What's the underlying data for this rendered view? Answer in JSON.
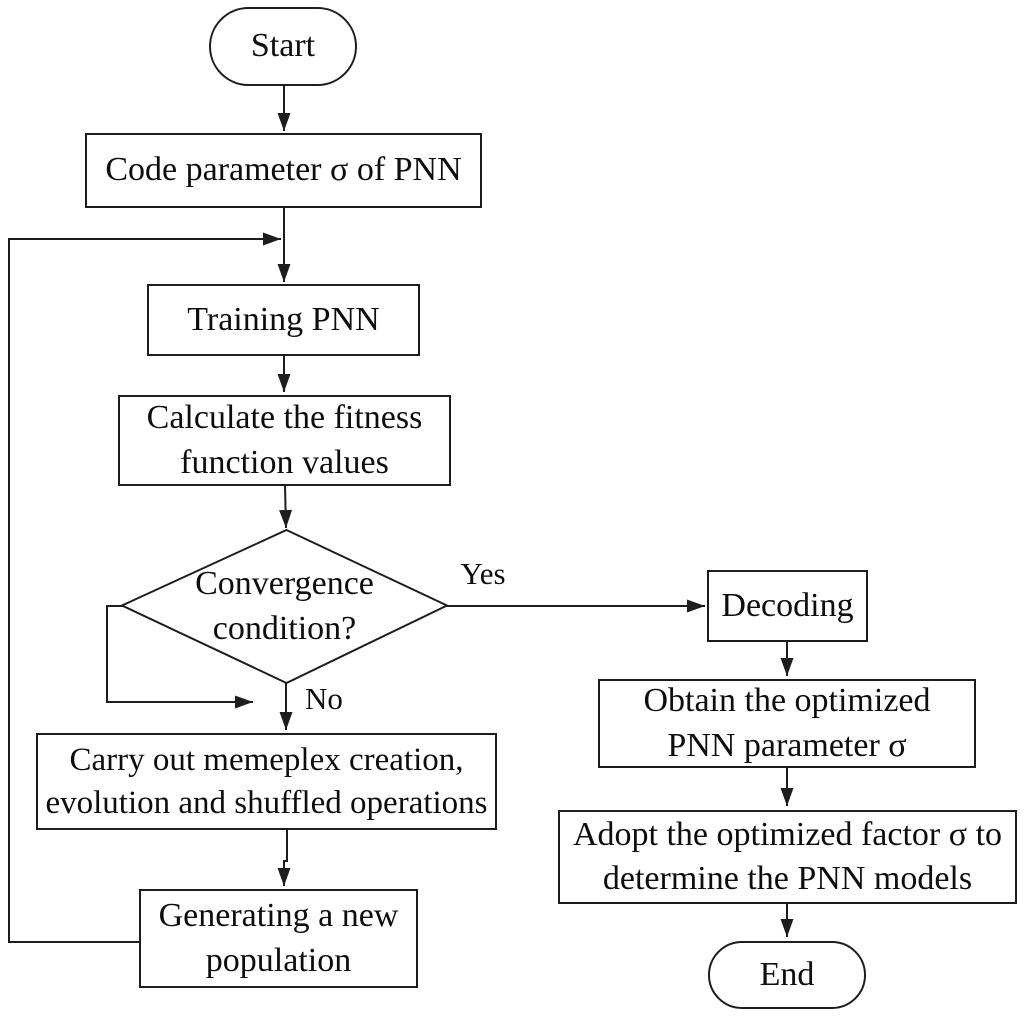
{
  "diagram": {
    "type": "flowchart",
    "nodes": {
      "start": {
        "label": "Start",
        "shape": "terminator"
      },
      "code": {
        "label": "Code parameter σ of PNN",
        "shape": "process"
      },
      "training": {
        "label": "Training PNN",
        "shape": "process"
      },
      "calculate": {
        "label": "Calculate the fitness\nfunction values",
        "shape": "process"
      },
      "convergence": {
        "label": "Convergence\ncondition?",
        "shape": "decision"
      },
      "carry": {
        "label": "Carry out memeplex creation,\nevolution and shuffled operations",
        "shape": "process"
      },
      "generating": {
        "label": "Generating a new\npopulation",
        "shape": "process"
      },
      "decoding": {
        "label": "Decoding",
        "shape": "process"
      },
      "obtain": {
        "label": "Obtain the optimized\nPNN parameter σ",
        "shape": "process"
      },
      "adopt": {
        "label": "Adopt the optimized factor σ to\ndetermine the PNN models",
        "shape": "process"
      },
      "end": {
        "label": "End",
        "shape": "terminator"
      }
    },
    "edges": {
      "yes": {
        "label": "Yes"
      },
      "no": {
        "label": "No"
      }
    },
    "colors": {
      "line": "#1d1d1d",
      "node_fill": "#ffffff",
      "text": "#0d0d0d",
      "background": "#ffffff"
    }
  }
}
